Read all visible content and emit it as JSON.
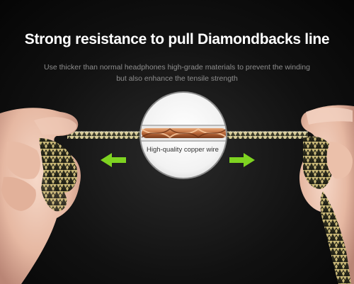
{
  "headline": "Strong resistance to pull Diamondbacks line",
  "subheadline": {
    "line1": "Use thicker than normal headphones high-grade materials to prevent the winding",
    "line2": "but also enhance the tensile strength"
  },
  "callout": {
    "label": "High-quality copper wire"
  },
  "colors": {
    "background": "#111111",
    "arrow": "#7ed321",
    "cable_pattern": "#c8b873",
    "copper": "#c47a45"
  },
  "icons": {
    "left_arrow": "arrow-left-icon",
    "right_arrow": "arrow-right-icon"
  }
}
